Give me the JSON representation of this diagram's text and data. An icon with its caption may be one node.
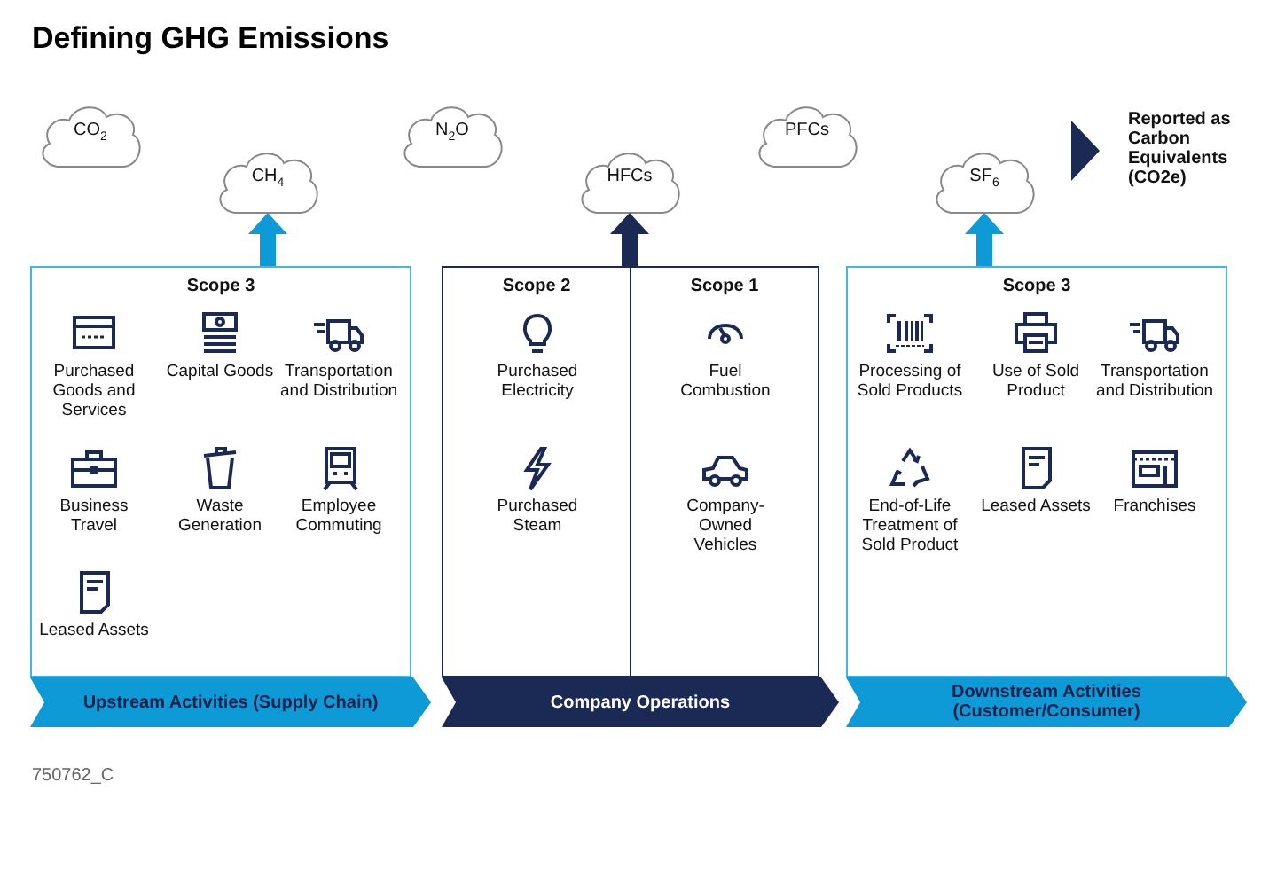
{
  "diagram": {
    "title": "Defining GHG Emissions",
    "nodes": [
      {
        "text": [
          "CO$_{2}$"
        ]
      },
      {
        "text": [
          "CH$_{4}$"
        ]
      },
      {
        "text": [
          "N$_{2}$O"
        ]
      },
      {
        "text": [
          "HFCs"
        ]
      },
      {
        "text": [
          "PFCs"
        ]
      },
      {
        "text": [
          "SF$_{6}$"
        ]
      },
      {
        "text": [
          "Scope 3"
        ]
      },
      {
        "text": [
          "Purchased Goods and Services"
        ],
        "in": 6
      },
      {
        "text": [
          "Capital Goods"
        ],
        "in": 6
      },
      {
        "text": [
          "Transportation and Distribution"
        ],
        "in": 6
      },
      {
        "text": [
          "Business Travel"
        ],
        "in": 6
      },
      {
        "text": [
          "Waste Generation"
        ],
        "in": 6
      },
      {
        "text": [
          "Employee Commuting"
        ],
        "in": 6
      },
      {
        "text": [
          "Leased Assets"
        ],
        "in": 6
      },
      {
        "text": [],
        "shape": "box"
      },
      {
        "text": [
          "Scope 2"
        ],
        "in": 14
      },
      {
        "text": [
          "Purchased Electricity"
        ],
        "in": 15
      },
      {
        "text": [
          "Purchased Steam"
        ],
        "in": 15
      },
      {
        "text": [
          "Scope 1"
        ],
        "in": 14
      },
      {
        "text": [
          "Fuel Combustion"
        ],
        "in": 18
      },
      {
        "text": [
          "Company-Owned Vehicles"
        ],
        "in": 18
      },
      {
        "text": [
          "Scope 3"
        ]
      },
      {
        "text": [
          "Processing of Sold Products"
        ],
        "in": 21
      },
      {
        "text": [
          "Use of Sold Product"
        ],
        "in": 21
      },
      {
        "text": [
          "Transportation and Distribution"
        ],
        "in": 21
      },
      {
        "text": [
          "End-of-Life Treatment of Sold Product"
        ],
        "in": 21
      },
      {
        "text": [
          "Leased Assets"
        ],
        "in": 21
      },
      {
        "text": [
          "Franchises"
        ],
        "in": 21
      },
      {
        "text": [
          "Upstream Activities (Supply Chain)"
        ]
      },
      {
        "text": [
          "Company Operations"
        ]
      },
      {
        "text": [
          "Downstream Activities (Customer/Consumer)"
        ]
      }
    ],
    "edges": [
      {
        "from": 6,
        "to": 1,
        "arrow": "to"
      },
      {
        "from": 14,
        "to": 3,
        "arrow": "to",
        "color": "#1b2a55"
      },
      {
        "from": 21,
        "to": 5,
        "arrow": "to"
      }
    ],
    "labels": [
      "Reported as Carbon Equivalents (CO2e)",
      "750762_C"
    ]
  }
}
